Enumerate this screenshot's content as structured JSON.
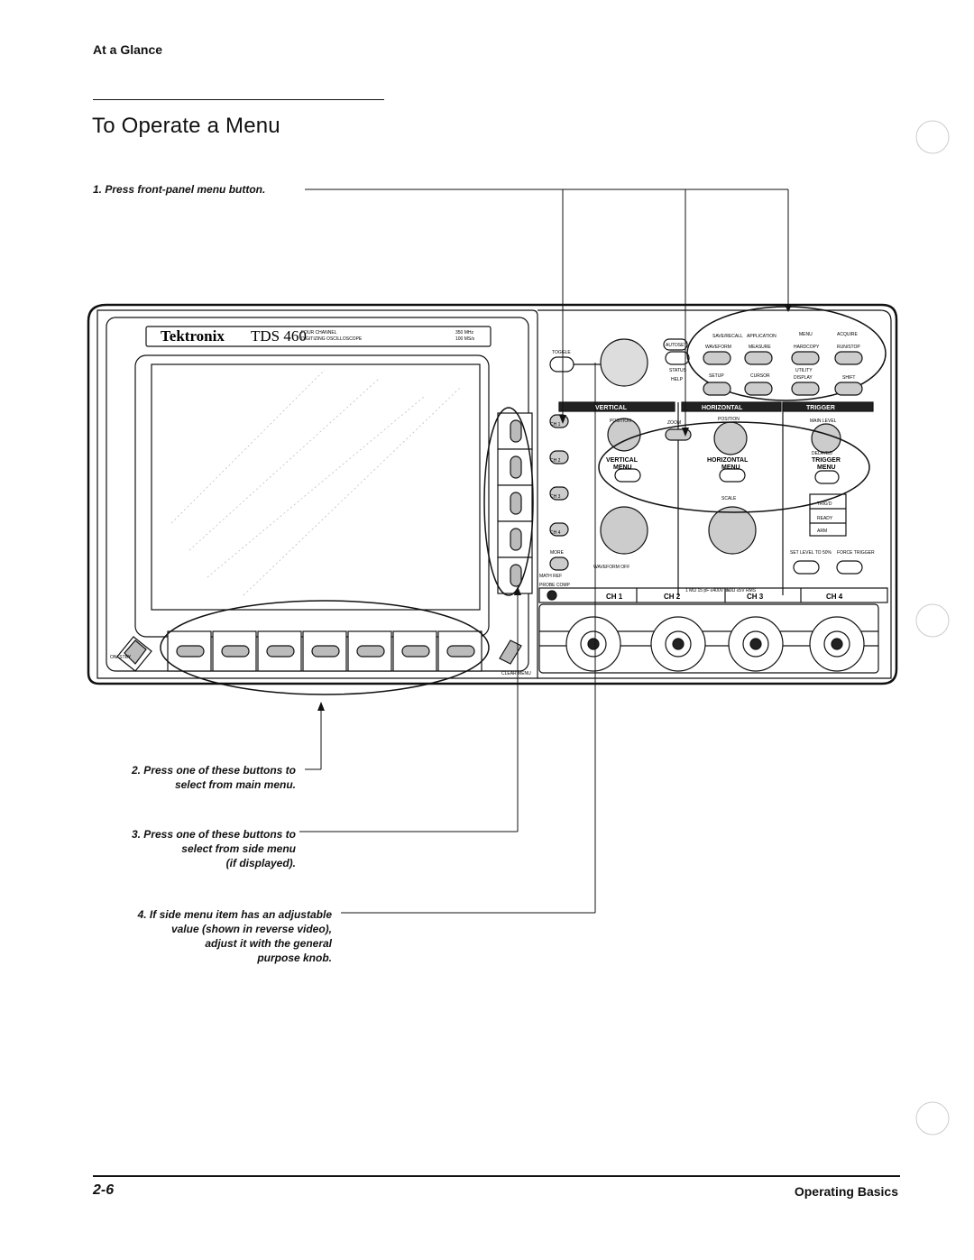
{
  "header": {
    "section": "At a Glance"
  },
  "title": "To Operate a Menu",
  "steps": {
    "s1": "1. Press front-panel menu button.",
    "s2_l1": "2. Press one of these buttons to",
    "s2_l2": "select from main menu.",
    "s3_l1": "3. Press one of these buttons to",
    "s3_l2": "select from side menu",
    "s3_l3": "(if displayed).",
    "s4_l1": "4. If side menu item has an adjustable",
    "s4_l2": "value (shown in reverse video),",
    "s4_l3": "adjust it with the general",
    "s4_l4": "purpose knob."
  },
  "instrument": {
    "brand": "Tektronix",
    "model": "TDS 460",
    "model_desc_1": "FOUR CHANNEL",
    "model_desc_2": "DIGITIZING OSCILLOSCOPE",
    "spec_1": "350 MHz",
    "spec_2": "100 MS/s",
    "on_stby": "ON/ STBY",
    "clear_menu": "CLEAR MENU",
    "labels": {
      "toggle": "TOGGLE",
      "autoset": "AUTOSET",
      "save_recall": "SAVE/RECALL",
      "application": "APPLICATION",
      "menu": "MENU",
      "acquire": "ACQUIRE",
      "waveform": "WAVEFORM",
      "measure": "MEASURE",
      "hardcopy": "HARDCOPY",
      "run_stop": "RUN/STOP",
      "status": "STATUS",
      "help": "HELP",
      "setup": "SETUP",
      "cursor": "CURSOR",
      "utility": "UTILITY",
      "display": "DISPLAY",
      "shift": "SHIFT",
      "vertical": "VERTICAL",
      "horizontal": "HORIZONTAL",
      "trigger": "TRIGGER",
      "position": "POSITION",
      "zoom": "ZOOM",
      "main_level": "MAIN LEVEL",
      "vertical_menu_1": "VERTICAL",
      "vertical_menu_2": "MENU",
      "horizontal_menu_1": "HORIZONTAL",
      "horizontal_menu_2": "MENU",
      "delayed": "DELAYED",
      "trigger_menu_1": "TRIGGER",
      "trigger_menu_2": "MENU",
      "scale": "SCALE",
      "trigd": "TRIG'D",
      "ready": "READY",
      "arm": "ARM",
      "set_level": "SET LEVEL TO 50%",
      "force_trigger": "FORCE TRIGGER",
      "ch1_btn": "CH 1",
      "ch2_btn": "CH 2",
      "ch3_btn": "CH 3",
      "ch4_btn": "CH 4",
      "more": "MORE",
      "math_ref": "MATH REF",
      "waveform_off": "WAVEFORM OFF",
      "probe_comp": "PROBE COMP",
      "ch1": "CH 1",
      "ch2": "CH 2",
      "ch3": "CH 3",
      "ch4": "CH 4",
      "input_spec": "1 MΩ 15 pF ≤400V pk",
      "input_spec2": "50Ω ≤5V RMS"
    }
  },
  "footer": {
    "page_number": "2-6",
    "section": "Operating Basics"
  }
}
